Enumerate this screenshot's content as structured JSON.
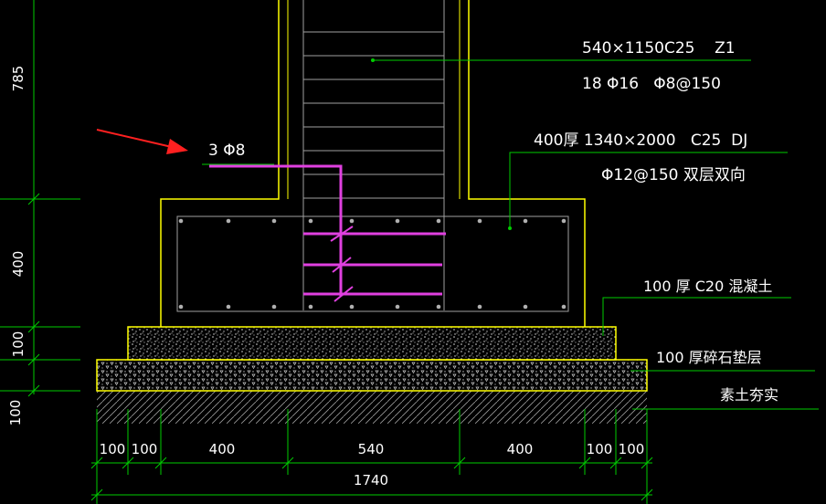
{
  "colors": {
    "background": "#000000",
    "dimension": "#00cc00",
    "outline": "#ffff00",
    "stirrup": "#e040e0",
    "rebar": "#a0a0a0",
    "arrow": "#ff2020",
    "text": "#ffffff"
  },
  "column_label": {
    "line1": "540×1150C25    Z1",
    "line2": "18 Φ16   Φ8@150"
  },
  "footing_label": {
    "line1": "400厚 1340×2000   C25  DJ",
    "line2": "Φ12@150 双层双向"
  },
  "stirrup_label": "3 Φ8",
  "layer_labels": {
    "concrete": "100 厚 C20 混凝土",
    "gravel": "100 厚碎石垫层",
    "soil": "素土夯实"
  },
  "vertical_dims": [
    "785",
    "400",
    "100",
    "100"
  ],
  "horizontal_dims": [
    "100",
    "100",
    "400",
    "540",
    "400",
    "100",
    "100"
  ],
  "total_dim": "1740"
}
